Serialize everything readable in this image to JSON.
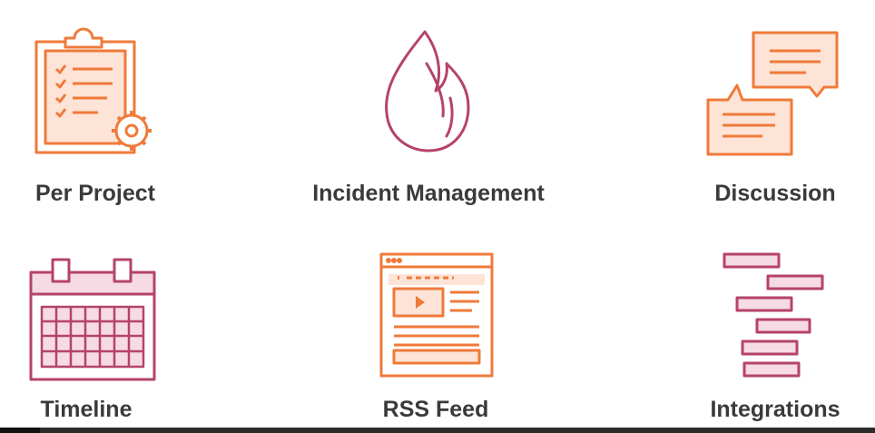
{
  "features": [
    {
      "key": "per_project",
      "label": "Per Project",
      "icon": "clipboard-gear-icon",
      "color": "#f07a3a"
    },
    {
      "key": "incident",
      "label": "Incident Management",
      "icon": "flame-icon",
      "color": "#b5436a"
    },
    {
      "key": "discussion",
      "label": "Discussion",
      "icon": "chat-bubbles-icon",
      "color": "#f07a3a"
    },
    {
      "key": "timeline",
      "label": "Timeline",
      "icon": "calendar-icon",
      "color": "#b5436a"
    },
    {
      "key": "rss",
      "label": "RSS Feed",
      "icon": "web-page-icon",
      "color": "#f07a3a"
    },
    {
      "key": "integrations",
      "label": "Integrations",
      "icon": "stacked-bars-icon",
      "color": "#b5436a"
    }
  ]
}
